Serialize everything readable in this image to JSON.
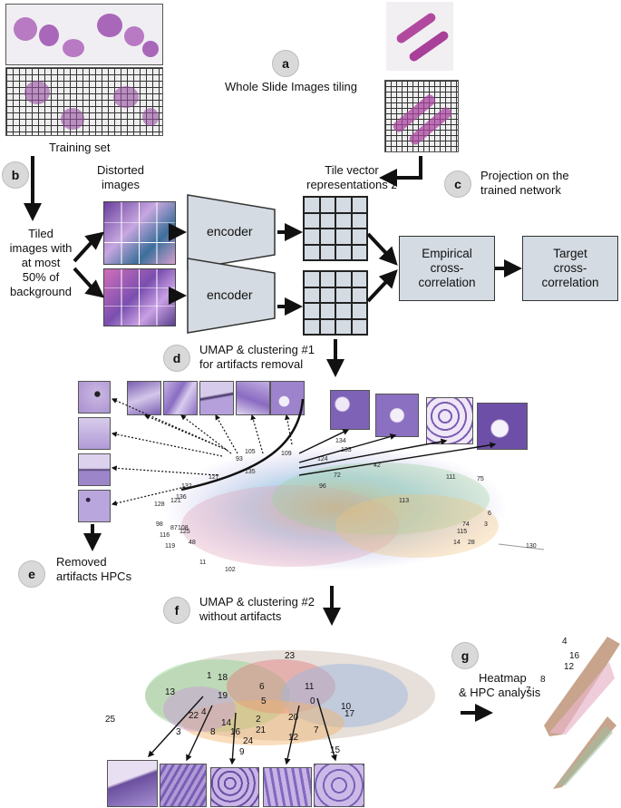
{
  "steps": {
    "a": {
      "letter": "a",
      "text": "Whole Slide Images tiling"
    },
    "b": {
      "letter": "b"
    },
    "c": {
      "letter": "c",
      "text_line1": "Projection on the",
      "text_line2": "trained network"
    },
    "d": {
      "letter": "d",
      "text_line1": "UMAP & clustering #1",
      "text_line2": "for artifacts removal"
    },
    "e": {
      "letter": "e",
      "text_line1": "Removed",
      "text_line2": "artifacts HPCs"
    },
    "f": {
      "letter": "f",
      "text_line1": "UMAP & clustering #2",
      "text_line2": "without artifacts"
    },
    "g": {
      "letter": "g",
      "text_line1": "Heatmap",
      "text_line2": "& HPC analysis"
    }
  },
  "labels": {
    "training_set": "Training set",
    "distorted_line1": "Distorted",
    "distorted_line2": "images",
    "tiled_line1": "Tiled",
    "tiled_line2": "images with",
    "tiled_line3": "at most",
    "tiled_line4": "50% of",
    "tiled_line5": "background",
    "tile_vec_line1": "Tile vector",
    "tile_vec_line2": "representations z",
    "encoder_top": "encoder",
    "encoder_bottom": "encoder",
    "empirical_line1": "Empirical",
    "empirical_line2": "cross-",
    "empirical_line3": "correlation",
    "target_line1": "Target",
    "target_line2": "cross-",
    "target_line3": "correlation"
  },
  "umap1_labels": [
    "105",
    "93",
    "109",
    "124",
    "134",
    "135",
    "127",
    "132",
    "136",
    "133",
    "72",
    "42",
    "96",
    "128",
    "121",
    "98",
    "116",
    "119",
    "87",
    "108",
    "48",
    "125",
    "11",
    "102",
    "130",
    "111",
    "75",
    "113",
    "6",
    "3",
    "74",
    "115",
    "28",
    "14"
  ],
  "umap2_labels": [
    "23",
    "1",
    "18",
    "6",
    "11",
    "13",
    "19",
    "5",
    "0",
    "10",
    "17",
    "25",
    "22",
    "4",
    "14",
    "20",
    "2",
    "3",
    "8",
    "16",
    "21",
    "24",
    "12",
    "7",
    "9",
    "15"
  ],
  "heatmap_labels": [
    "4",
    "16",
    "12",
    "8",
    "7"
  ],
  "colors": {
    "box": "#d4dbe3",
    "circle": "#d9d9d9",
    "tissue": "#b14a9f"
  }
}
